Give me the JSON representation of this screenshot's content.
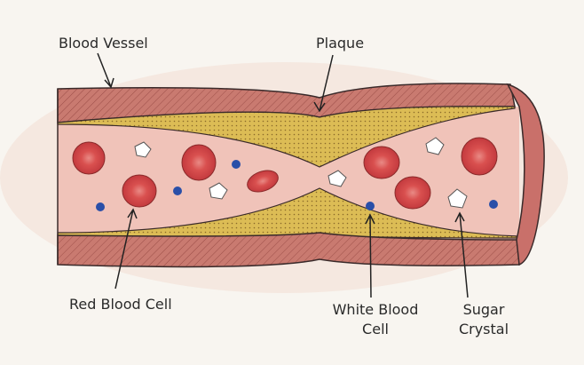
{
  "title": "Blood vessel with plaque diagram",
  "labels": {
    "blood_vessel": "Blood Vessel",
    "plaque": "Plaque",
    "red_blood_cell": "Red Blood Cell",
    "white_blood_cell_line1": "White Blood",
    "white_blood_cell_line2": "Cell",
    "sugar_crystal_line1": "Sugar",
    "sugar_crystal_line2": "Crystal"
  },
  "colors": {
    "wall": "#c9706a",
    "lumen": "#f2c9c0",
    "plaque": "#d9b850",
    "red_cell": "#d8474a",
    "white_cell": "#2a4fa8",
    "crystal": "#ffffff"
  }
}
